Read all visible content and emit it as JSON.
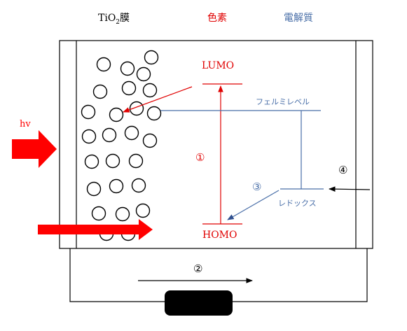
{
  "header": {
    "film_prefix": "TiO",
    "film_subscript": "2",
    "film_suffix": "膜",
    "dye_label": "色素",
    "electrolyte_label": "電解質"
  },
  "energy_levels": {
    "lumo": "LUMO",
    "homo": "HOMO",
    "fermi_level": "フェルミレベル",
    "redox": "レドックス"
  },
  "steps": {
    "step1": "①",
    "step2": "②",
    "step3": "③",
    "step4": "④"
  },
  "light": {
    "label": "hv"
  },
  "colors": {
    "red": "#e00000",
    "blue": "#4a6fa8",
    "black": "#000000",
    "light_arrow": "#ff0000",
    "load_box": "#000000"
  }
}
